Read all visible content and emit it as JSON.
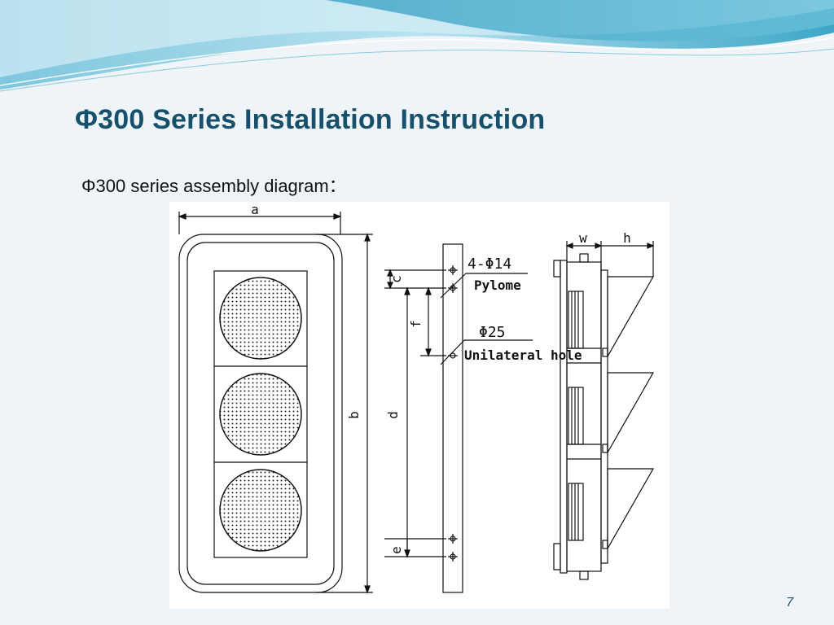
{
  "slide": {
    "title": "Φ300 Series Installation Instruction",
    "subtitle": "Φ300 series assembly diagram：",
    "page_number": "7"
  },
  "diagram": {
    "dimension_labels": {
      "a": "a",
      "b": "b",
      "c": "c",
      "d": "d",
      "e": "e",
      "f": "f",
      "w": "w",
      "h": "h"
    },
    "callouts": {
      "bolt_holes": "4-Φ14",
      "pylome": "Pylome",
      "hole_diameter": "Φ25",
      "unilateral_hole": "Unilateral hole"
    },
    "lamp_count": 3
  },
  "colors": {
    "title": "#17506b",
    "background": "#eef4f8",
    "wave_dark": "#3aa3c4",
    "wave_light": "#a9dbea",
    "line": "#111111"
  }
}
